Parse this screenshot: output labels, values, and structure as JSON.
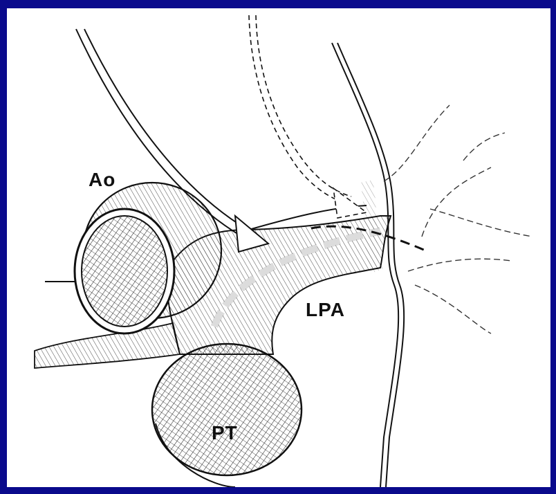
{
  "colors": {
    "border": "#0a0a8c",
    "background": "#ffffff",
    "ink": "#111111"
  },
  "labels": {
    "aorta": "Ao",
    "pulmonary_trunk": "PT",
    "left_pulmonary_artery": "LPA"
  }
}
